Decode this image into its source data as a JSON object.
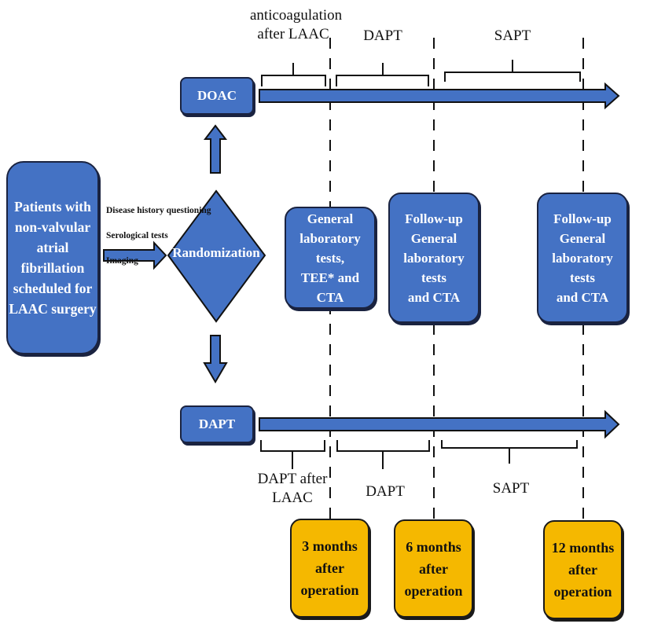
{
  "colors": {
    "box_fill": "#4472c4",
    "box_border": "#1a2340",
    "milestone_fill": "#f5b800",
    "text_on_blue": "#ffffff",
    "text_dark": "#111111"
  },
  "start_box": {
    "text": "Patients with\nnon-valvular\natrial\nfibrillation\nscheduled for\nLAAC surgery"
  },
  "screening_notes": {
    "lines": [
      "Disease history questioning",
      "Serological tests",
      "Imaging"
    ]
  },
  "randomization": {
    "text": "Randomization"
  },
  "arms": {
    "doac": {
      "label": "DOAC",
      "phases": [
        {
          "label": "anticoagulation\nafter LAAC"
        },
        {
          "label": "DAPT"
        },
        {
          "label": "SAPT"
        }
      ]
    },
    "dapt": {
      "label": "DAPT",
      "phases": [
        {
          "label": "DAPT after\nLAAC"
        },
        {
          "label": "DAPT"
        },
        {
          "label": "SAPT"
        }
      ]
    }
  },
  "assessments": [
    {
      "text": "General\nlaboratory tests,\nTEE* and CTA"
    },
    {
      "text": "Follow-up\nGeneral\nlaboratory tests\nand CTA"
    },
    {
      "text": "Follow-up\nGeneral\nlaboratory tests\nand CTA"
    }
  ],
  "milestones": [
    {
      "text": "3 months\nafter\noperation"
    },
    {
      "text": "6 months\nafter\noperation"
    },
    {
      "text": "12 months\nafter\noperation"
    }
  ],
  "icons": {
    "flow_arrow": "arrow-right",
    "branch_up": "arrow-up",
    "branch_down": "arrow-down"
  }
}
